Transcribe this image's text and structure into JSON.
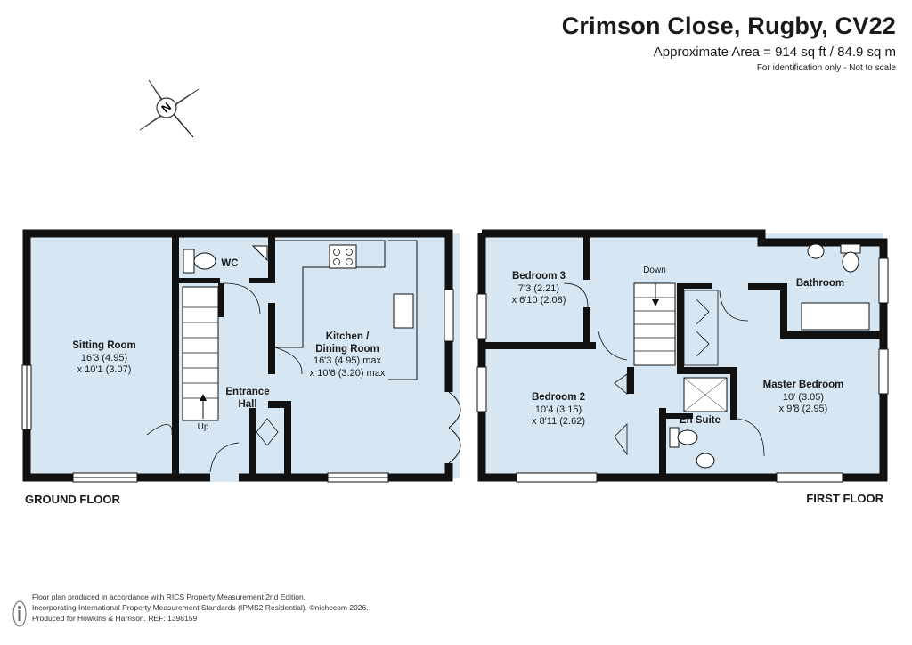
{
  "header": {
    "title": "Crimson Close, Rugby, CV22",
    "area": "Approximate Area = 914 sq ft / 84.9 sq m",
    "note": "For identification only - Not to scale"
  },
  "compass": {
    "letter": "N"
  },
  "ground_floor": {
    "label": "GROUND FLOOR",
    "rooms": {
      "sitting": {
        "name": "Sitting Room",
        "dim1": "16'3 (4.95)",
        "dim2": "x 10'1 (3.07)"
      },
      "kitchen": {
        "name1": "Kitchen /",
        "name2": "Dining Room",
        "dim1": "16'3 (4.95) max",
        "dim2": "x 10'6 (3.20) max"
      },
      "hall": {
        "name1": "Entrance",
        "name2": "Hall"
      },
      "wc": {
        "name": "WC"
      },
      "stairs": {
        "label": "Up"
      }
    }
  },
  "first_floor": {
    "label": "FIRST FLOOR",
    "rooms": {
      "bed3": {
        "name": "Bedroom 3",
        "dim1": "7'3 (2.21)",
        "dim2": "x 6'10 (2.08)"
      },
      "bed2": {
        "name": "Bedroom 2",
        "dim1": "10'4 (3.15)",
        "dim2": "x 8'11 (2.62)"
      },
      "master": {
        "name": "Master Bedroom",
        "dim1": "10' (3.05)",
        "dim2": "x 9'8 (2.95)"
      },
      "bathroom": {
        "name": "Bathroom"
      },
      "ensuite": {
        "name": "En Suite"
      },
      "stairs": {
        "label": "Down"
      }
    }
  },
  "footer": {
    "line1": "Floor plan produced in accordance with RICS Property Measurement 2nd Edition,",
    "line2": "Incorporating International Property Measurement Standards (IPMS2 Residential).  ©nichecom 2026.",
    "line3": "Produced for Howkins & Harrison.   REF: 1398159"
  },
  "colors": {
    "floor_fill": "#d6e6f2",
    "wall": "#111111",
    "text": "#1a1a1a"
  }
}
